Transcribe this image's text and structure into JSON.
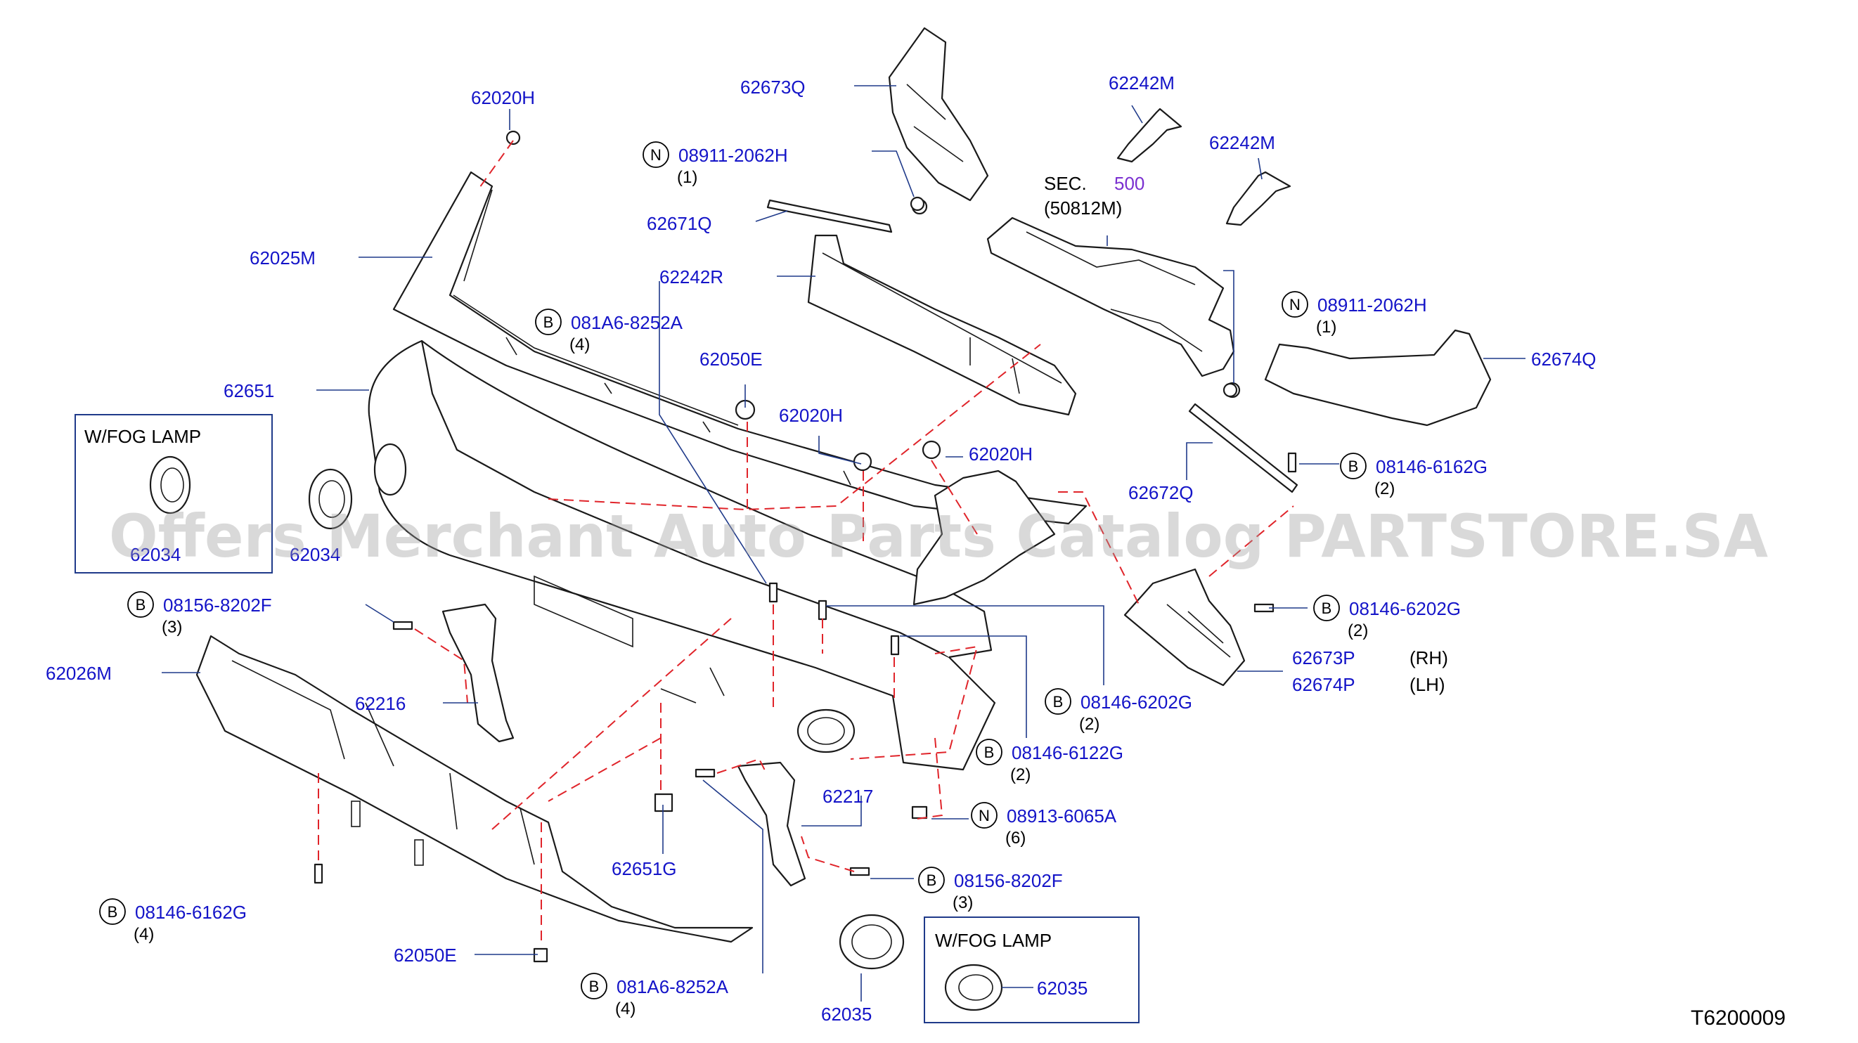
{
  "watermark": "Offers Merchant Auto Parts Catalog PARTSTORE.SA",
  "diagram_code": "T6200009",
  "section": {
    "label": "SEC.",
    "number": "500",
    "ref": "(50812M)"
  },
  "fog_box_left": {
    "title": "W/FOG   LAMP",
    "part": "62034",
    "part_outside": "62034"
  },
  "fog_box_right": {
    "title": "W/FOG   LAMP",
    "part": "62035"
  },
  "parts": {
    "p62020H_top": "62020H",
    "p62025M": "62025M",
    "p62651": "62651",
    "p62673Q": "62673Q",
    "p62671Q": "62671Q",
    "p62242R": "62242R",
    "p62242M_a": "62242M",
    "p62242M_b": "62242M",
    "p62674Q": "62674Q",
    "p62672Q": "62672Q",
    "p62050E_top": "62050E",
    "p62020H_mid": "62020H",
    "p62020H_right": "62020H",
    "p62026M": "62026M",
    "p62216": "62216",
    "p62217": "62217",
    "p62651G": "62651G",
    "p62050E_bottom": "62050E",
    "p62035": "62035",
    "p62673P": "62673P",
    "p62674P": "62674P",
    "rh": "(RH)",
    "lh": "(LH)"
  },
  "fasteners": {
    "n1": {
      "badge": "N",
      "part": "08911-2062H",
      "qty": "(1)"
    },
    "n2": {
      "badge": "N",
      "part": "08911-2062H",
      "qty": "(1)"
    },
    "b1": {
      "badge": "B",
      "part": "081A6-8252A",
      "qty": "(4)"
    },
    "b2": {
      "badge": "B",
      "part": "08146-6162G",
      "qty": "(2)"
    },
    "b3": {
      "badge": "B",
      "part": "08146-6202G",
      "qty": "(2)"
    },
    "b4": {
      "badge": "B",
      "part": "08156-8202F",
      "qty": "(3)"
    },
    "b5": {
      "badge": "B",
      "part": "08146-6202G",
      "qty": "(2)"
    },
    "b6": {
      "badge": "B",
      "part": "08146-6122G",
      "qty": "(2)"
    },
    "n3": {
      "badge": "N",
      "part": "08913-6065A",
      "qty": "(6)"
    },
    "b7": {
      "badge": "B",
      "part": "08156-8202F",
      "qty": "(3)"
    },
    "b8": {
      "badge": "B",
      "part": "08146-6162G",
      "qty": "(4)"
    },
    "b9": {
      "badge": "B",
      "part": "081A6-8252A",
      "qty": "(4)"
    }
  }
}
